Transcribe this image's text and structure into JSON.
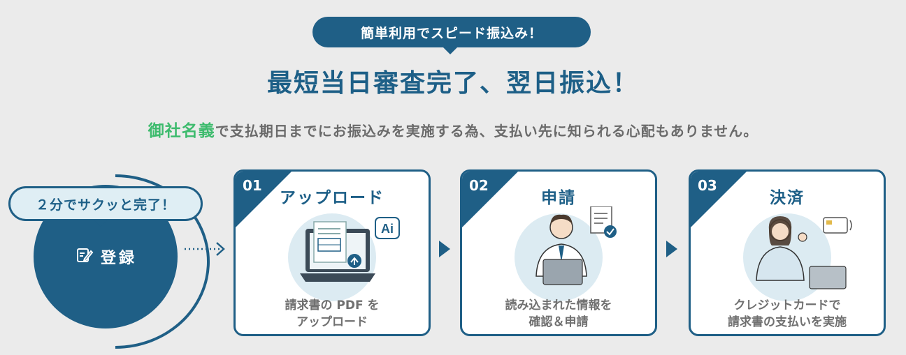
{
  "badge": {
    "label": "簡単利用でスピード振込み！"
  },
  "headline": "最短当日審査完了、翌日振込！",
  "subline": {
    "highlight": "御社名義",
    "rest": "で支払期日までにお振込みを実施する為、支払い先に知られる心配もありません。"
  },
  "register": {
    "bubble": "２分でサクッと完了！",
    "label": "登録",
    "icon": "edit-document-icon"
  },
  "steps": [
    {
      "num": "01",
      "title": "アップロード",
      "desc1": "請求書の PDF を",
      "desc2": "アップロード",
      "icon": "laptop-upload-icon",
      "badge": "Ai"
    },
    {
      "num": "02",
      "title": "申請",
      "desc1": "読み込まれた情報を",
      "desc2": "確認＆申請",
      "icon": "person-laptop-icon"
    },
    {
      "num": "03",
      "title": "決済",
      "desc1": "クレジットカードで",
      "desc2": "請求書の支払いを実施",
      "icon": "person-card-icon"
    }
  ],
  "colors": {
    "primary": "#1f5f86",
    "accent_green": "#3dbb6d",
    "bg": "#ebebeb",
    "light_blue": "#dcebf2"
  }
}
